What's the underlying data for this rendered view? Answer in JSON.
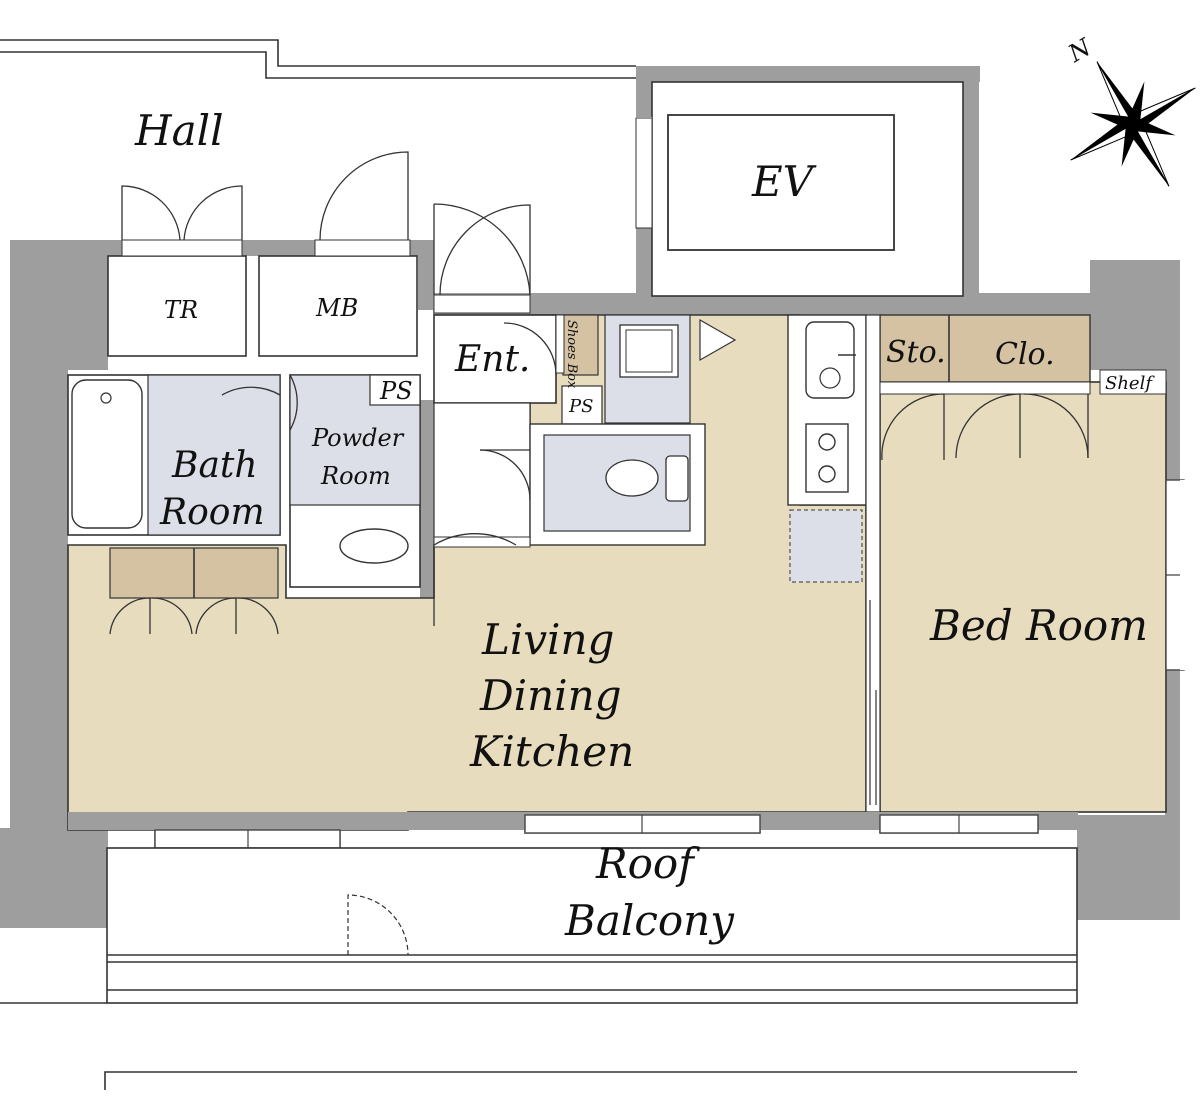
{
  "rooms": {
    "hall": "Hall",
    "ev": "EV",
    "tr": "TR",
    "mb": "MB",
    "ent": "Ent.",
    "shoes_box": "Shoes Box",
    "ps_top": "PS",
    "ps_mid": "PS",
    "bath_line1": "Bath",
    "bath_line2": "Room",
    "powder_line1": "Powder",
    "powder_line2": "Room",
    "sto": "Sto.",
    "clo": "Clo.",
    "shelf": "Shelf",
    "ldk_line1": "Living",
    "ldk_line2": "Dining",
    "ldk_line3": "Kitchen",
    "bed": "Bed Room",
    "roof_line1": "Roof",
    "roof_line2": "Balcony"
  },
  "compass": {
    "north_label": "N"
  },
  "colors": {
    "wall": "#9e9e9e",
    "living": "#e8dcbf",
    "wet_area": "#dcdfe8",
    "storage": "#d4c2a3",
    "outline": "#333333",
    "background": "#ffffff"
  }
}
